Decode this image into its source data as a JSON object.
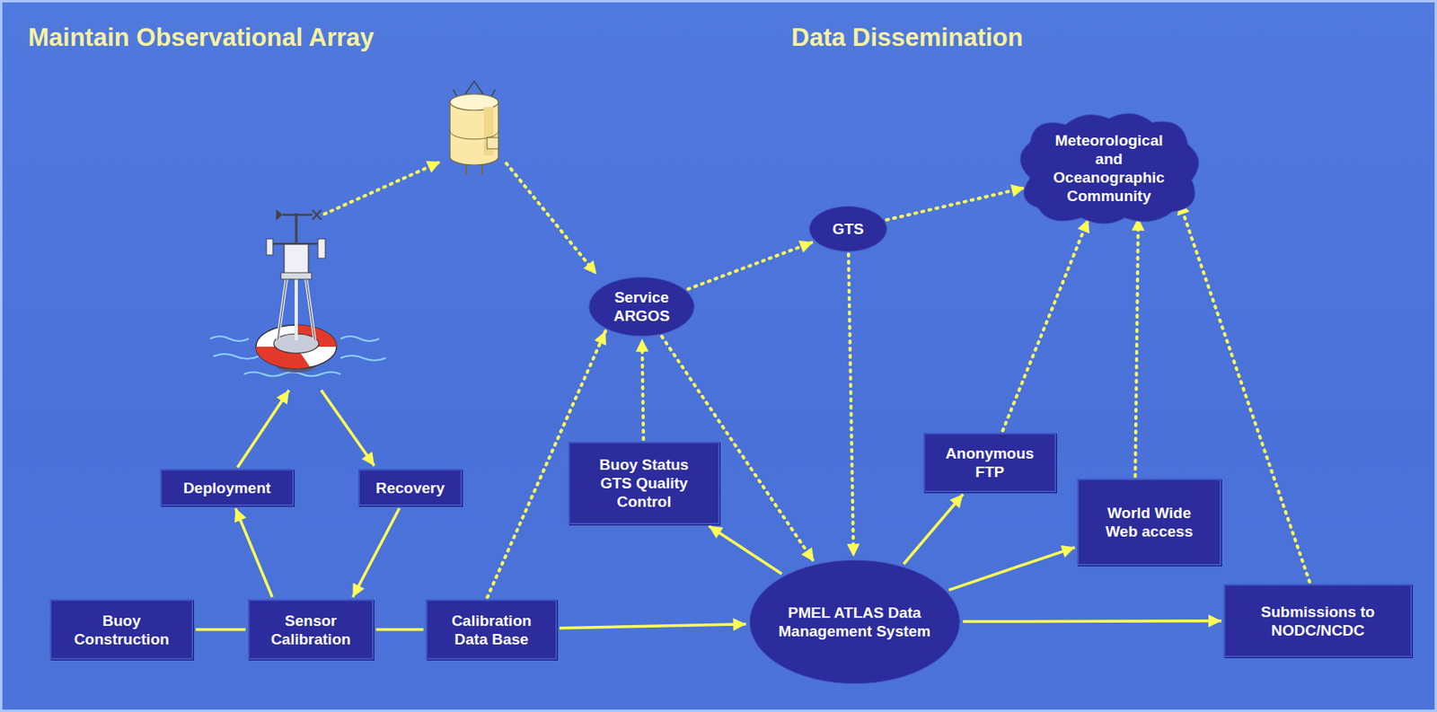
{
  "diagram": {
    "nodes": [
      {
        "text": [
          "Meteorological and Oceanographic Community"
        ]
      },
      {
        "text": [
          "GTS"
        ]
      },
      {
        "text": [
          "Service ARGOS"
        ]
      },
      {
        "text": [
          "Deployment"
        ]
      },
      {
        "text": [
          "Recovery"
        ]
      },
      {
        "text": [
          "Buoy Status GTS Quality Control"
        ]
      },
      {
        "text": [
          "Anonymous FTP"
        ]
      },
      {
        "text": [
          "World Wide Web access"
        ]
      },
      {
        "text": [
          "Buoy Construction"
        ]
      },
      {
        "text": [
          "Sensor Calibration"
        ]
      },
      {
        "text": [
          "Calibration Data Base"
        ]
      },
      {
        "text": [
          "PMEL ATLAS Data Management System"
        ]
      },
      {
        "text": [
          "Submissions to NODC/NCDC"
        ]
      }
    ],
    "edges": [
      {
        "from": 2,
        "to": 1,
        "arrow": "to"
      },
      {
        "from": 1,
        "to": 0,
        "arrow": "to"
      },
      {
        "from": 1,
        "to": 11,
        "arrow": "to"
      },
      {
        "from": 2,
        "to": 11,
        "arrow": "to"
      },
      {
        "from": 5,
        "to": 2,
        "arrow": "to"
      },
      {
        "from": 10,
        "to": 2,
        "arrow": "to"
      },
      {
        "from": 11,
        "to": 5,
        "arrow": "to"
      },
      {
        "from": 11,
        "to": 6,
        "arrow": "to"
      },
      {
        "from": 11,
        "to": 7,
        "arrow": "to"
      },
      {
        "from": 11,
        "to": 12,
        "arrow": "to"
      },
      {
        "from": 6,
        "to": 0,
        "arrow": "to"
      },
      {
        "from": 7,
        "to": 0,
        "arrow": "to"
      },
      {
        "from": 12,
        "to": 0,
        "arrow": "to"
      },
      {
        "from": 8,
        "to": 9,
        "arrow": "none"
      },
      {
        "from": 9,
        "to": 10,
        "arrow": "none"
      },
      {
        "from": 10,
        "to": 11,
        "arrow": "to"
      },
      {
        "from": 9,
        "to": 3,
        "arrow": "to"
      },
      {
        "from": 4,
        "to": 9,
        "arrow": "to"
      }
    ],
    "labels": [
      "Maintain Observational Array",
      "Data Dissemination"
    ]
  }
}
